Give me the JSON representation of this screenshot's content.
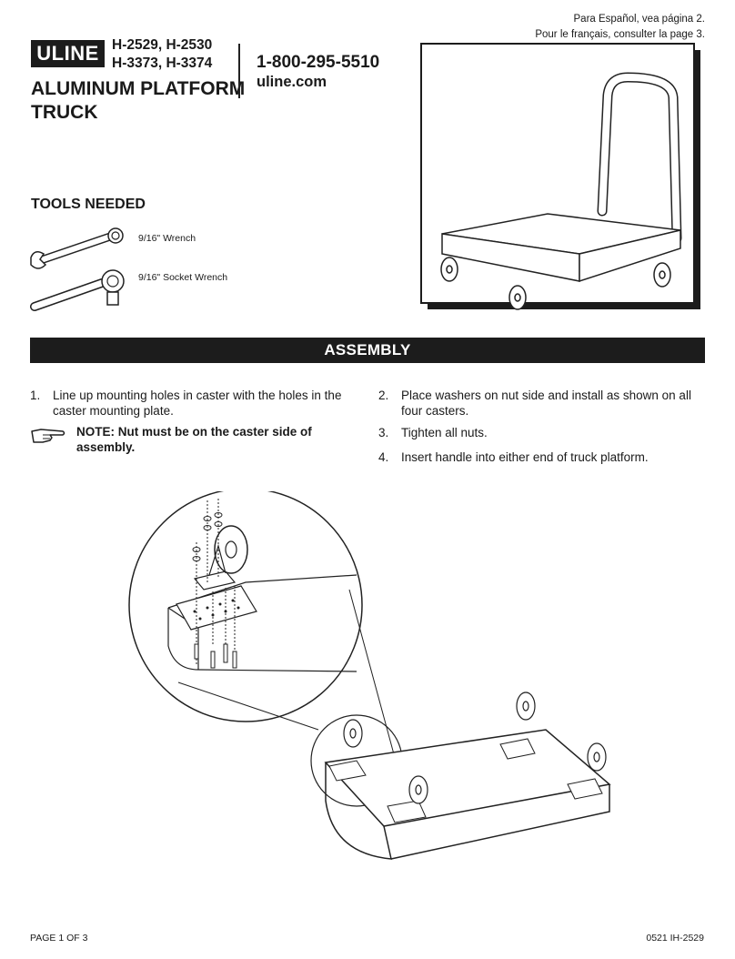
{
  "header": {
    "brand": "ULINE",
    "models_line1": "H-2529, H-2530",
    "models_line2": "H-3373, H-3374",
    "title_line1": "ALUMINUM PLATFORM",
    "title_line2": "TRUCK",
    "phone": "1-800-295-5510",
    "website": "uline.com",
    "lang_es": "Para Español, vea página 2.",
    "lang_fr": "Pour le français, consulter la page 3."
  },
  "tools": {
    "heading": "TOOLS NEEDED",
    "items": [
      {
        "label": "9/16\" Wrench",
        "icon": "wrench-icon"
      },
      {
        "label": "9/16\" Socket Wrench",
        "icon": "socket-wrench-icon"
      }
    ]
  },
  "assembly": {
    "heading": "ASSEMBLY",
    "steps": [
      {
        "num": "1.",
        "line1": "Line up mounting holes in caster with the holes in the",
        "line2": "caster mounting plate."
      },
      {
        "num": "2.",
        "line1": "Place washers on nut side and install as shown on all",
        "line2": "four casters."
      },
      {
        "num": "3.",
        "line1": "Tighten all nuts.",
        "line2": ""
      },
      {
        "num": "4.",
        "line1": "Insert handle into either end of truck platform.",
        "line2": ""
      }
    ],
    "note_line1": "NOTE: Nut must be on the caster side of",
    "note_line2": "assembly.",
    "note_icon": "pointing-hand-icon"
  },
  "footer": {
    "page": "PAGE 1 OF 3",
    "code": "0521 IH-2529"
  }
}
